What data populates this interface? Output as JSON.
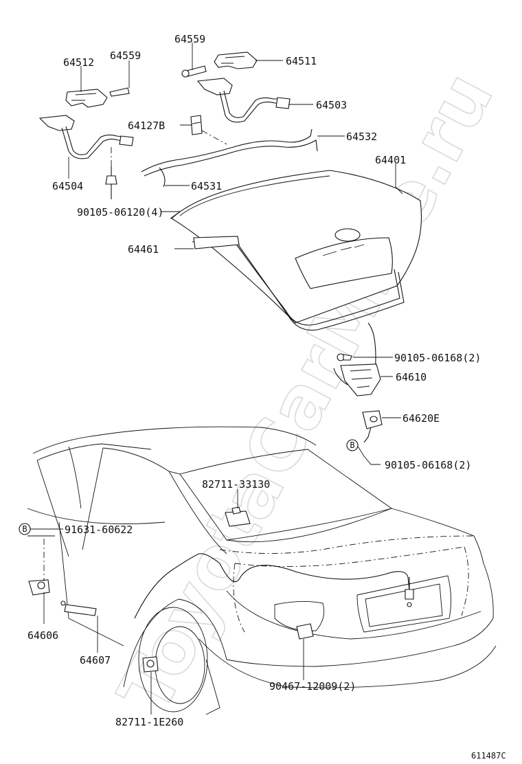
{
  "labels": {
    "p64559_a": "64559",
    "p64512": "64512",
    "p64559_b": "64559",
    "p64511": "64511",
    "p64503": "64503",
    "p64127B": "64127B",
    "p64532": "64532",
    "p64401": "64401",
    "p64504": "64504",
    "p64531": "64531",
    "p90105_06120": "90105-06120(4)",
    "p64461": "64461",
    "p90105_06168_a": "90105-06168(2)",
    "p64610": "64610",
    "p64620E": "64620E",
    "p90105_06168_b": "90105-06168(2)",
    "p82711_33130": "82711-33130",
    "p91631_60622": "91631-60622",
    "p64606": "64606",
    "p64607": "64607",
    "p90467_12009": "90467-12009(2)",
    "p82711_1E260": "82711-1E260",
    "ref_b_1": "B",
    "ref_b_2": "B"
  },
  "catalog_number": "611487C",
  "watermark": "ToyotaCarMine.ru"
}
